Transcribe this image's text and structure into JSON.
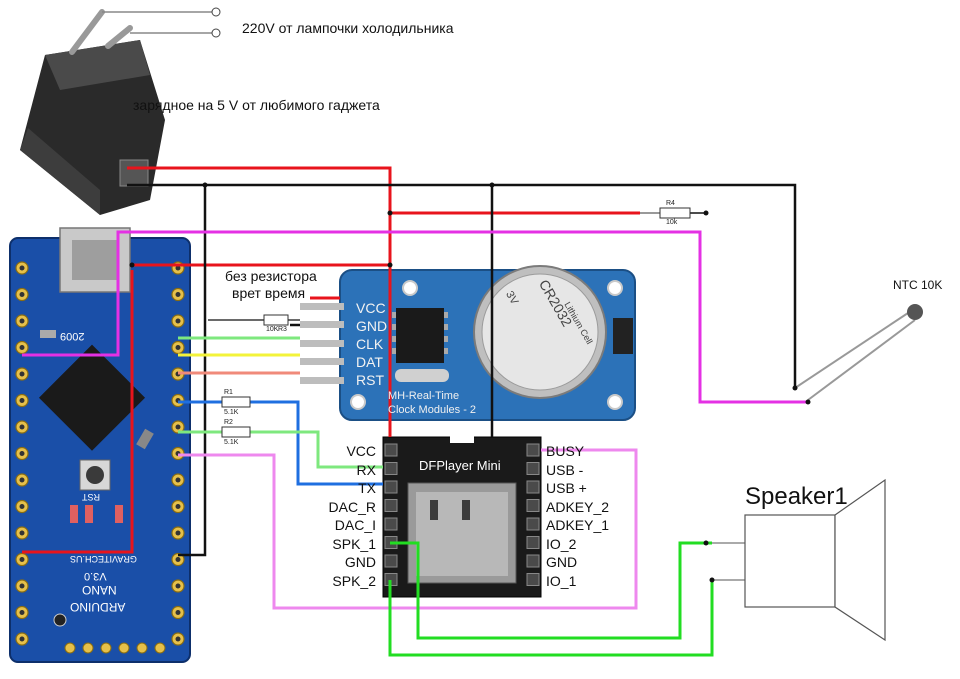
{
  "annotations": {
    "mains": "220V от лампочки холодильника",
    "charger": "зарядное на 5 V от любимого гаджета",
    "no_resistor_line1": "без резистора",
    "no_resistor_line2": "врет время",
    "ntc": "NTC 10K",
    "speaker": "Speaker1"
  },
  "resistors": {
    "r1": {
      "name": "R1",
      "value": "5.1K"
    },
    "r2": {
      "name": "R2",
      "value": "5.1K"
    },
    "r3": {
      "name": "R3",
      "value": "10K"
    },
    "r4": {
      "name": "R4",
      "value": "10k"
    }
  },
  "rtc_module": {
    "pins": [
      "VCC",
      "GND",
      "CLK",
      "DAT",
      "RST"
    ],
    "caption_line1": "MH-Real-Time",
    "caption_line2": "Clock Modules - 2",
    "battery": "CR2032",
    "battery_volt": "3V",
    "battery_type": "Lithium Cell"
  },
  "dfplayer": {
    "title": "DFPlayer Mini",
    "left_pins": [
      "VCC",
      "RX",
      "TX",
      "DAC_R",
      "DAC_I",
      "SPK_1",
      "GND",
      "SPK_2"
    ],
    "right_pins": [
      "BUSY",
      "USB -",
      "USB +",
      "ADKEY_2",
      "ADKEY_1",
      "IO_2",
      "GND",
      "IO_1"
    ]
  },
  "arduino": {
    "brand": "ARDUINO",
    "model": "NANO",
    "version": "V3.0",
    "maker": "GRAVITECH.US",
    "year": "2009",
    "reset": "RST"
  },
  "wire_colors": {
    "red": "#e8141c",
    "black": "#111111",
    "magenta": "#e431e4",
    "green": "#22dd22",
    "light_green": "#7ee87e",
    "yellow": "#f3f33a",
    "salmon": "#f08a7a",
    "blue": "#1f6fe0",
    "pink": "#ee88ee"
  }
}
